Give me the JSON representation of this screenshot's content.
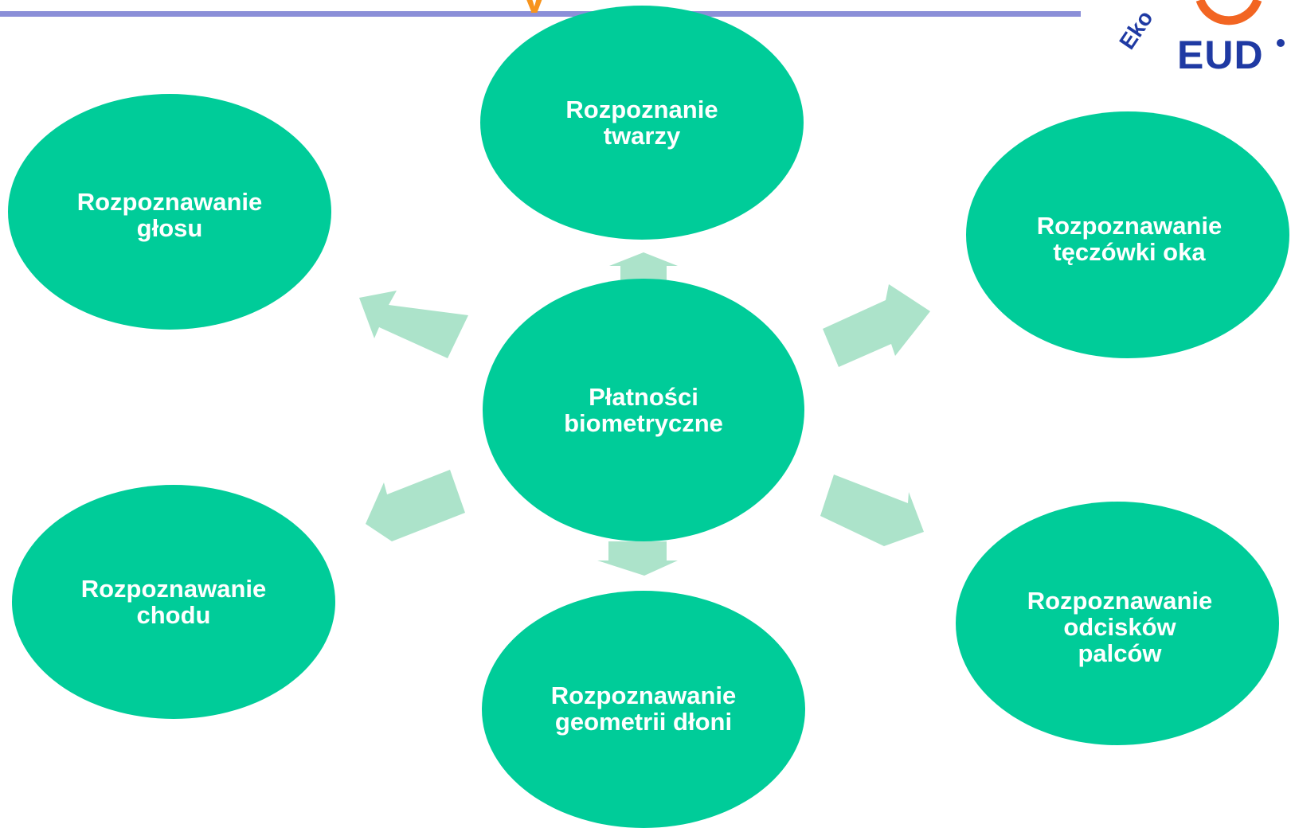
{
  "header": {
    "title_fragment": "y"
  },
  "logo": {
    "brand": "EUD",
    "arc_text": "Eko"
  },
  "colors": {
    "node_fill": "#00cc99",
    "arrow_fill": "#ace3ca",
    "header_line": "#8b8fd8",
    "logo_blue": "#1f3aa3",
    "logo_orange": "#f26522"
  },
  "diagram": {
    "center": "Płatności\nbiometryczne",
    "nodes": {
      "top": "Rozpoznanie\ntwarzy",
      "top_left": "Rozpoznawanie\ngłosu",
      "top_right": "Rozpoznawanie\ntęczówki oka",
      "bottom_left": "Rozpoznawanie\nchodu",
      "bottom": "Rozpoznawanie\ngeometrii dłoni",
      "bottom_right": "Rozpoznawanie\nodcisków\npalców"
    }
  }
}
